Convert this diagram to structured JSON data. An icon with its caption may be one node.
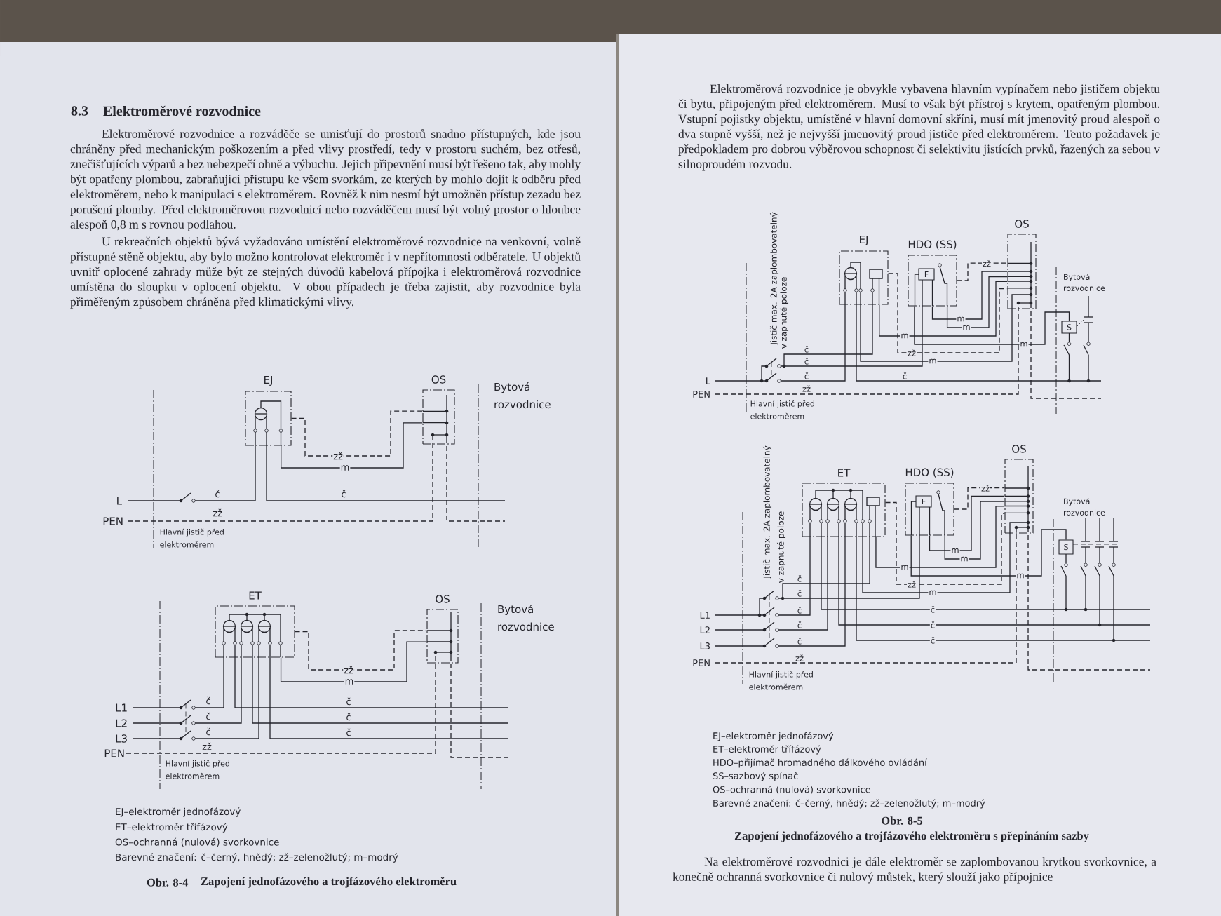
{
  "diagram": {
    "nodes": [
      {
        "text": [
          "EJ"
        ]
      },
      {
        "text": [
          "OS"
        ]
      },
      {
        "text": [
          "ET"
        ]
      },
      {
        "text": [
          "OS"
        ]
      },
      {
        "text": [
          "EJ"
        ]
      },
      {
        "text": [
          "HDO (SS)"
        ]
      },
      {
        "text": [
          "F"
        ],
        "in": 5
      },
      {
        "text": [
          "OS"
        ]
      },
      {
        "text": [
          "S"
        ]
      },
      {
        "text": [
          "ET"
        ]
      },
      {
        "text": [
          "HDO (SS)"
        ]
      },
      {
        "text": [
          "F"
        ],
        "in": 10
      },
      {
        "text": [
          "OS"
        ]
      },
      {
        "text": [
          "S"
        ]
      }
    ],
    "edges": [
      {
        "from": 0,
        "to": 1,
        "arrow": "none",
        "label": "zž",
        "style": "dashed"
      },
      {
        "from": 0,
        "to": 1,
        "arrow": "none",
        "label": "m"
      },
      {
        "from": 2,
        "to": 3,
        "arrow": "none",
        "label": "zž",
        "style": "dashed"
      },
      {
        "from": 2,
        "to": 3,
        "arrow": "none",
        "label": "m"
      },
      {
        "from": 5,
        "to": 7,
        "arrow": "none",
        "label": "zž",
        "style": "dashed"
      },
      {
        "from": 5,
        "to": 7,
        "arrow": "none",
        "label": "m"
      },
      {
        "from": 5,
        "to": 7,
        "arrow": "none",
        "label": "m"
      },
      {
        "from": 4,
        "to": 7,
        "arrow": "none",
        "label": "m"
      },
      {
        "from": 4,
        "to": 7,
        "arrow": "none",
        "label": "zž",
        "style": "dashed"
      },
      {
        "from": 5,
        "to": 8,
        "arrow": "none",
        "label": "m"
      },
      {
        "from": 10,
        "to": 12,
        "arrow": "none",
        "label": "zž",
        "style": "dashed"
      },
      {
        "from": 10,
        "to": 12,
        "arrow": "none",
        "label": "m"
      },
      {
        "from": 10,
        "to": 12,
        "arrow": "none",
        "label": "m"
      },
      {
        "from": 9,
        "to": 12,
        "arrow": "none",
        "label": "m"
      },
      {
        "from": 9,
        "to": 12,
        "arrow": "none",
        "label": "zž",
        "style": "dashed"
      },
      {
        "from": 10,
        "to": 13,
        "arrow": "none",
        "label": "m"
      }
    ],
    "labels": [
      "8.3",
      "Elektroměrové rozvodnice",
      "Elektroměrové rozvodnice a rozváděče se umisťují do prostorů snadno přístupných, kde jsou chráněny před mechanickým poškozením a před vlivy prostředí, tedy v prostoru suchém, bez otřesů, znečišťujících výparů a bez nebezpečí ohně a výbuchu. Jejich připevnění musí být řešeno tak, aby mohly být opatřeny plombou, zabraňující přístupu ke všem svorkám, ze kterých by mohlo dojít k odběru před elektroměrem, nebo k manipulaci s elektroměrem. Rovněž k nim nesmí být umožněn přístup zezadu bez porušení plomby. Před elektroměrovou rozvodnicí nebo rozváděčem musí být volný prostor o hloubce alespoň 0,8 m s rovnou podlahou.",
      "U rekreačních objektů bývá vyžadováno umístění elektroměrové rozvodnice na venkovní, volně přístupné stěně objektu, aby bylo možno kontrolovat elektroměr i v nepřítomnosti odběratele. U objektů uvnitř oplocené zahrady může být ze stejných důvodů kabelová přípojka i elektroměrová rozvodnice umístěna do sloupku v oplocení objektu. V obou případech je třeba zajistit, aby rozvodnice byla přiměřeným způsobem chráněna před klimatickými vlivy.",
      "Bytová rozvodnice",
      "L",
      "PEN",
      "č",
      "č",
      "zž",
      "Hlavní jistič před elektroměrem",
      "Bytová rozvodnice",
      "L1",
      "L2",
      "L3",
      "PEN",
      "č",
      "č",
      "č",
      "zž",
      "č",
      "č",
      "č",
      "Hlavní jistič před elektroměrem",
      "EJ–elektroměr jednofázový",
      "ET–elektroměr třífázový",
      "OS–ochranná (nulová) svorkovnice",
      "Barevné značení: č–černý, hnědý; zž–zelenožlutý; m–modrý",
      "Obr. 8-4",
      "Zapojení jednofázového a trojfázového elektroměru",
      "Elektroměrová rozvodnice je obvykle vybavena hlavním vypínačem nebo jističem objektu či bytu, připojeným před elektroměrem. Musí to však být přístroj s krytem, opatřeným plombou. Vstupní pojistky objektu, umístěné v hlavní domovní skříni, musí mít jmenovitý proud alespoň o dva stupně vyšší, než je nejvyšší jmenovitý proud jističe před elektroměrem. Tento požadavek je předpokladem pro dobrou výběrovou schopnost či selektivitu jistících prvků, řazených za sebou v silnoproudém rozvodu.",
      "Jistič max. 2A zaplombovatelný",
      "v zapnuté poloze",
      "Bytová rozvodnice",
      "L",
      "PEN",
      "č",
      "č",
      "č",
      "zž",
      "č",
      "m",
      "Hlavní jistič před elektroměrem",
      "Jistič max. 2A zaplombovatelný",
      "v zapnuté poloze",
      "Bytová rozvodnice",
      "L1",
      "L2",
      "L3",
      "PEN",
      "č",
      "č",
      "č",
      "č",
      "č",
      "zž",
      "č",
      "č",
      "č",
      "m",
      "Hlavní jistič před elektroměrem",
      "EJ–elektroměr jednofázový",
      "ET–elektroměr třífázový",
      "HDO–přijímač hromadného dálkového ovládání",
      "SS–sazbový spínač",
      "OS–ochranná (nulová) svorkovnice",
      "Barevné značení: č–černý, hnědý; zž–zelenožlutý; m–modrý",
      "Obr. 8-5",
      "Zapojení jednofázového a trojfázového elektroměru s přepínáním sazby",
      "Na elektroměrové rozvodnici je dále elektroměr se zaplombovanou krytkou svorkovnice, a konečně ochranná svorkovnice či nulový můstek, který slouží jako přípojnice"
    ]
  }
}
